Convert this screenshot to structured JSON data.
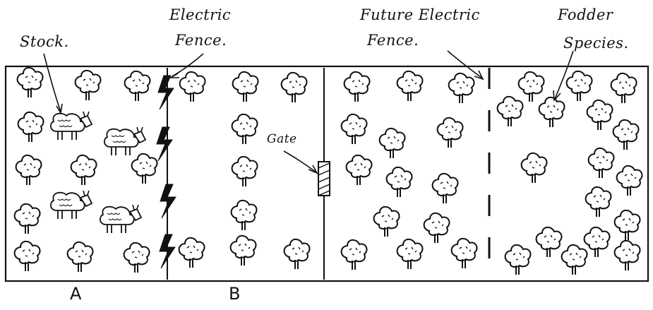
{
  "labels": {
    "stock": "Stock.",
    "electric_fence_line1": "Electric",
    "electric_fence_line2": "Fence.",
    "future_fence_line1": "Future Electric",
    "future_fence_line2": "Fence.",
    "fodder_line1": "Fodder",
    "fodder_line2": "Species.",
    "gate": "Gate",
    "paddock_a": "A",
    "paddock_b": "B"
  },
  "icons": {
    "tree": "fodder-tree-icon",
    "sheep": "sheep-icon",
    "lightning": "lightning-bolt-icon",
    "gate": "gate-icon"
  },
  "colors": {
    "ink": "#111111",
    "paper": "#ffffff"
  }
}
